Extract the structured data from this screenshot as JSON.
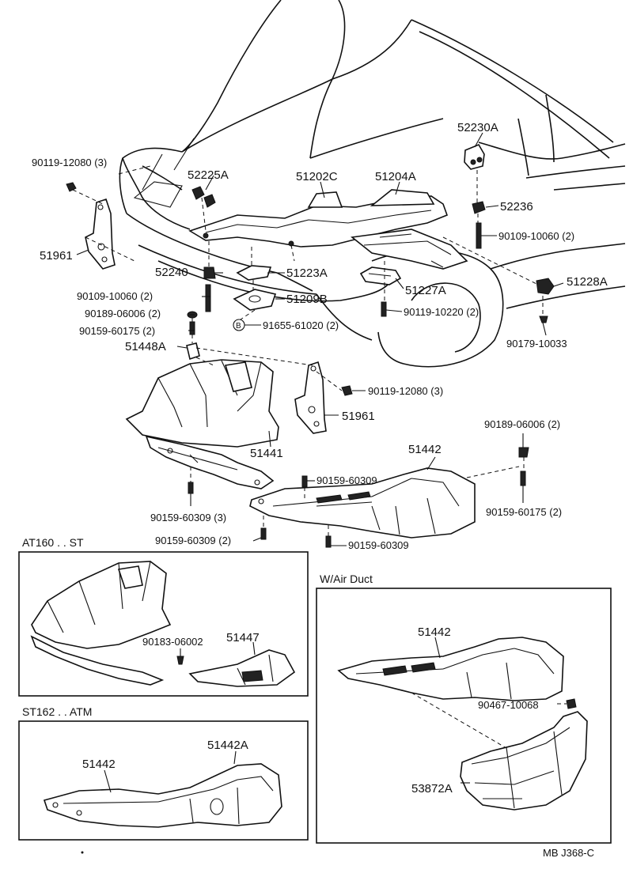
{
  "diagram": {
    "callouts": {
      "c_90119_12080_top": "90119-12080 (3)",
      "c_52225A": "52225A",
      "c_51202C": "51202C",
      "c_51204A": "51204A",
      "c_52230A": "52230A",
      "c_52236": "52236",
      "c_90109_10060_right": "90109-10060 (2)",
      "c_51961_left": "51961",
      "c_52240": "52240",
      "c_51223A": "51223A",
      "c_51227A": "51227A",
      "c_51228A": "51228A",
      "c_90109_10060_left": "90109-10060 (2)",
      "c_51209B": "51209B",
      "c_90189_06006_left": "90189-06006 (2)",
      "c_90119_10220": "90119-10220 (2)",
      "c_91655_61020": "91655-61020 (2)",
      "c_b_mark": "B",
      "c_90159_60175_left": "90159-60175 (2)",
      "c_90179_10033": "90179-10033",
      "c_51448A": "51448A",
      "c_90119_12080_mid": "90119-12080 (3)",
      "c_51961_mid": "51961",
      "c_51441": "51441",
      "c_90189_06006_right": "90189-06006 (2)",
      "c_51442_main": "51442",
      "c_90159_60309_a": "90159-60309",
      "c_90159_60309_3": "90159-60309 (3)",
      "c_90159_60175_right": "90159-60175 (2)",
      "c_90159_60309_2": "90159-60309 (2)",
      "c_90159_60309_b": "90159-60309"
    },
    "sections": {
      "at160": {
        "title": "AT160 . . ST",
        "c_90183_06002": "90183-06002",
        "c_51447": "51447"
      },
      "st162": {
        "title": "ST162 . . ATM",
        "c_51442": "51442",
        "c_51442A": "51442A"
      },
      "air_duct": {
        "title": "W/Air Duct",
        "c_51442": "51442",
        "c_90467_10068": "90467-10068",
        "c_53872A": "53872A"
      }
    },
    "footer_code": "MB J368-C"
  }
}
